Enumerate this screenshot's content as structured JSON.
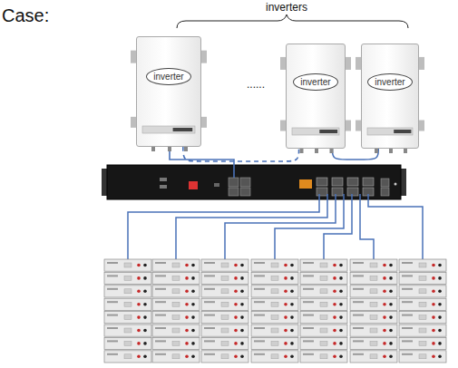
{
  "diagram": {
    "title": "Case:",
    "nodes": [
      {
        "text": [
          "inverter"
        ]
      },
      {
        "text": [
          "inverter"
        ]
      },
      {
        "text": [
          "inverter"
        ]
      }
    ],
    "edges": [
      {
        "from": 0,
        "to": 1,
        "arrow": "none"
      },
      {
        "from": 1,
        "to": 2,
        "arrow": "none"
      }
    ],
    "labels": [
      "inverters",
      "......"
    ]
  }
}
